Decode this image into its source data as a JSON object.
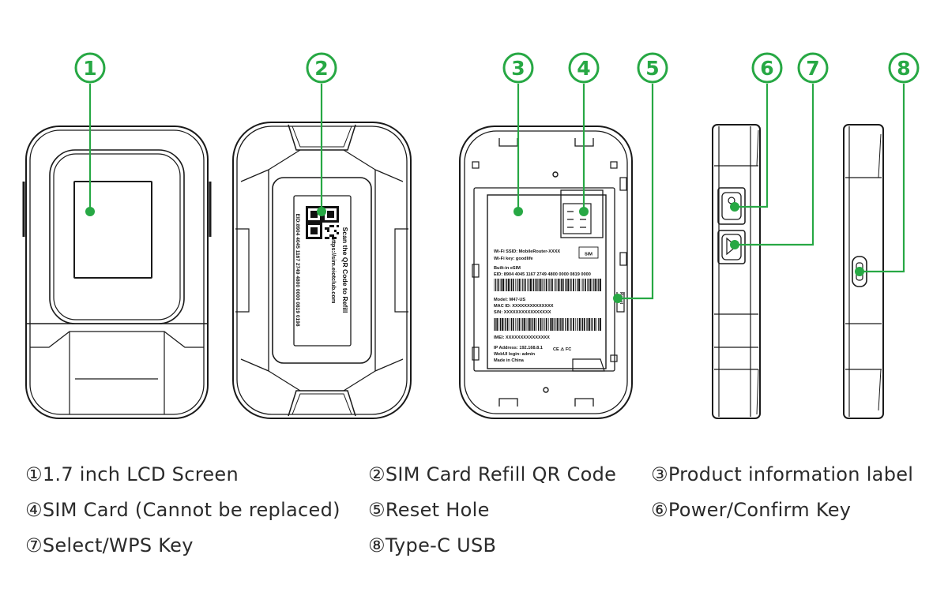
{
  "colors": {
    "accent": "#27a844",
    "outline": "#1a1a1a"
  },
  "callouts": [
    {
      "num": "1"
    },
    {
      "num": "2"
    },
    {
      "num": "3"
    },
    {
      "num": "4"
    },
    {
      "num": "5"
    },
    {
      "num": "6"
    },
    {
      "num": "7"
    },
    {
      "num": "8"
    }
  ],
  "qr_label": {
    "line1": "Scan the QR Code to Refill",
    "line2": "https://sim.eiotclub.com",
    "line3": "EID:8904 4045 1167 2749 4800 0000 0819 0198"
  },
  "product_label": {
    "ssid": "Wi-Fi SSID: MobileRouter-XXXX",
    "key": "Wi-Fi key: goodlife",
    "sim_badge": "SIM",
    "esim": "Built-in eSIM",
    "eid": "EID: 8904 4045 1167 2749 4800 0000 0819 0000",
    "model": "Model: M47-US",
    "mac": "MAC ID: XXXXXXXXXXXXXX",
    "sn": "S/N: XXXXXXXXXXXXXXXX",
    "imei": "IMEI: XXXXXXXXXXXXXXX",
    "ip": "IP Address: 192.168.8.1",
    "webui": "WebUI login: admin",
    "made": "Made in China",
    "cert": "CE ⚠ FC",
    "reset": "Reset"
  },
  "legend": [
    "①1.7 inch LCD Screen",
    "②SIM Card Refill QR Code",
    "③Product information label",
    "④SIM Card (Cannot be replaced)",
    "⑤Reset Hole",
    "⑥Power/Confirm Key",
    "⑦Select/WPS Key",
    "⑧Type-C USB"
  ]
}
